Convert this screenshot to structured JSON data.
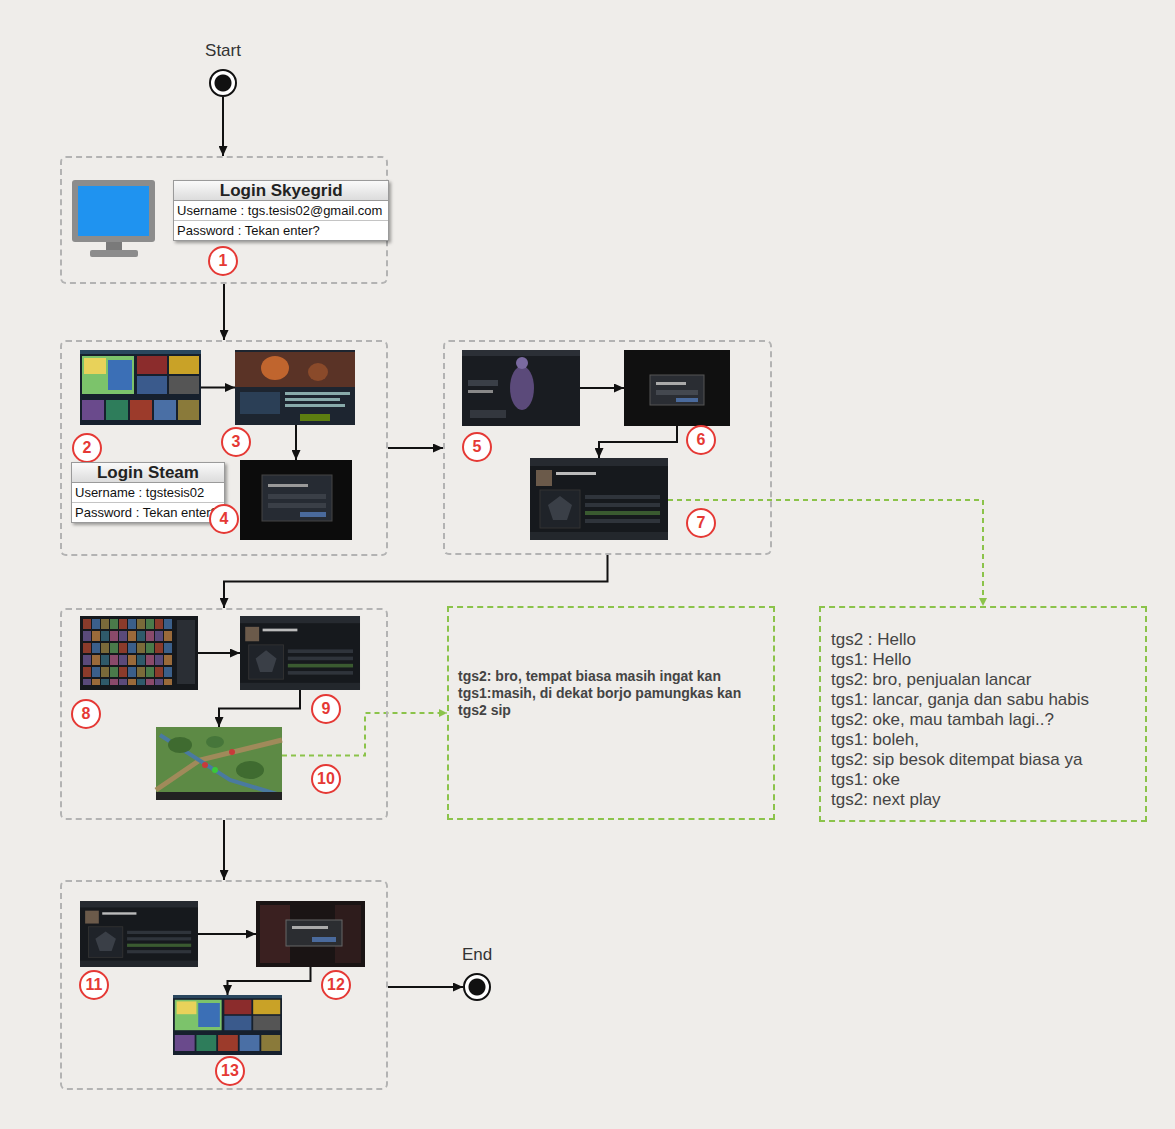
{
  "diagram": {
    "nodes": [
      {
        "text": [
          "Start"
        ]
      },
      {
        "text": []
      },
      {
        "text": [
          "Login Skyegrid",
          "Username : tgs.tesis02@gmail.com",
          "Password : Tekan enter?"
        ],
        "in": 1
      },
      {
        "text": []
      },
      {
        "text": [
          "2"
        ],
        "in": 3
      },
      {
        "text": [
          "3"
        ],
        "in": 3
      },
      {
        "text": [
          "Login Steam",
          "Username : tgstesis02",
          "Password : Tekan enter?"
        ],
        "in": 3
      },
      {
        "text": [
          "4"
        ],
        "in": 3
      },
      {
        "text": []
      },
      {
        "text": [
          "5"
        ],
        "in": 8
      },
      {
        "text": [
          "6"
        ],
        "in": 8
      },
      {
        "text": [
          "7"
        ],
        "in": 8
      },
      {
        "text": []
      },
      {
        "text": [
          "8"
        ],
        "in": 12
      },
      {
        "text": [
          "9"
        ],
        "in": 12
      },
      {
        "text": [
          "10"
        ],
        "in": 12
      },
      {
        "text": [
          "tgs2: bro, tempat biasa masih ingat kan",
          "tgs1:masih, di dekat borjo pamungkas kan",
          "tgs2 sip"
        ]
      },
      {
        "text": [
          "tgs2 : Hello",
          "tgs1: Hello",
          "tgs2: bro, penjualan lancar",
          "tgs1: lancar, ganja dan sabu habis",
          "tgs2: oke, mau tambah lagi..?",
          "tgs1: boleh,",
          "tgs2: sip besok ditempat biasa ya",
          "tgs1: oke",
          "tgs2: next play"
        ]
      },
      {
        "text": []
      },
      {
        "text": [
          "11"
        ],
        "in": 18
      },
      {
        "text": [
          "12"
        ],
        "in": 18
      },
      {
        "text": [
          "13"
        ],
        "in": 18
      },
      {
        "text": [
          "End"
        ]
      }
    ],
    "edges": [
      {
        "from": 0,
        "to": 1,
        "arrow": "to"
      },
      {
        "from": 1,
        "to": 3,
        "arrow": "to"
      },
      {
        "from": 3,
        "to": 8,
        "arrow": "to"
      },
      {
        "from": 8,
        "to": 12,
        "arrow": "to"
      },
      {
        "from": 12,
        "to": 18,
        "arrow": "to"
      },
      {
        "from": 18,
        "to": 22,
        "arrow": "to"
      },
      {
        "from": 4,
        "to": 5,
        "arrow": "to"
      },
      {
        "from": 5,
        "to": 7,
        "arrow": "to"
      },
      {
        "from": 9,
        "to": 10,
        "arrow": "to"
      },
      {
        "from": 10,
        "to": 11,
        "arrow": "to"
      },
      {
        "from": 13,
        "to": 14,
        "arrow": "to"
      },
      {
        "from": 14,
        "to": 15,
        "arrow": "to"
      },
      {
        "from": 19,
        "to": 20,
        "arrow": "to"
      },
      {
        "from": 20,
        "to": 21,
        "arrow": "to"
      },
      {
        "from": 11,
        "to": 17,
        "arrow": "to"
      },
      {
        "from": 15,
        "to": 16,
        "arrow": "to"
      }
    ],
    "labels": [
      "1"
    ]
  }
}
